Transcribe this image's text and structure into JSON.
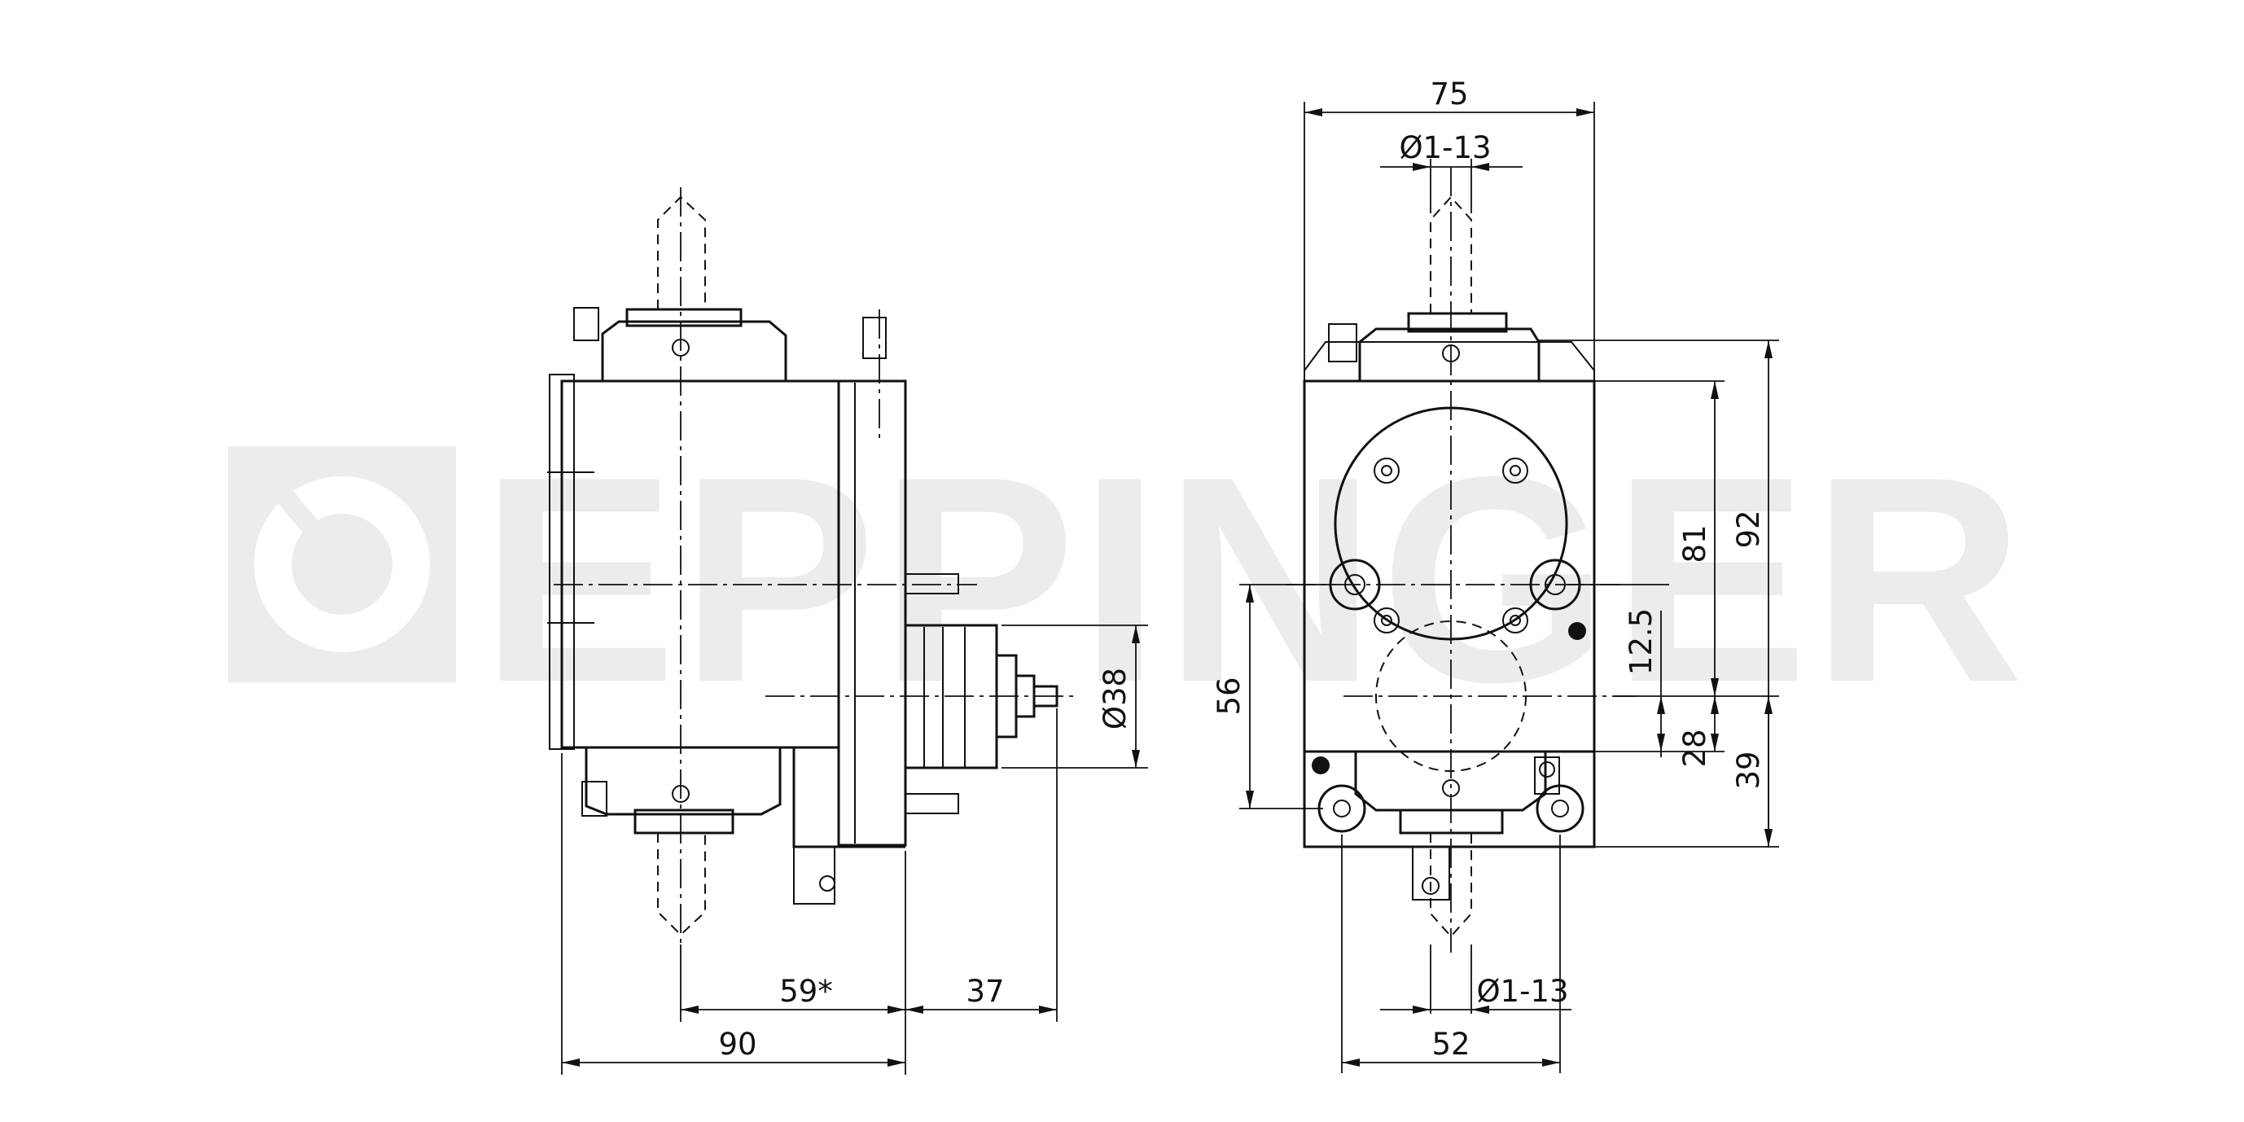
{
  "watermark": {
    "text": "EPPINGER"
  },
  "side_view": {
    "dims": {
      "width_total": "90",
      "center_offset": "59*",
      "output_offset": "37",
      "output_diameter": "Ø38"
    }
  },
  "front_view": {
    "dims": {
      "width_top": "75",
      "shaft_top": "Ø1-13",
      "shaft_bottom": "Ø1-13",
      "mount_spacing": "52",
      "height_81": "81",
      "height_92": "92",
      "offset_12_5": "12.5",
      "height_56": "56",
      "height_28": "28",
      "height_39": "39"
    }
  }
}
